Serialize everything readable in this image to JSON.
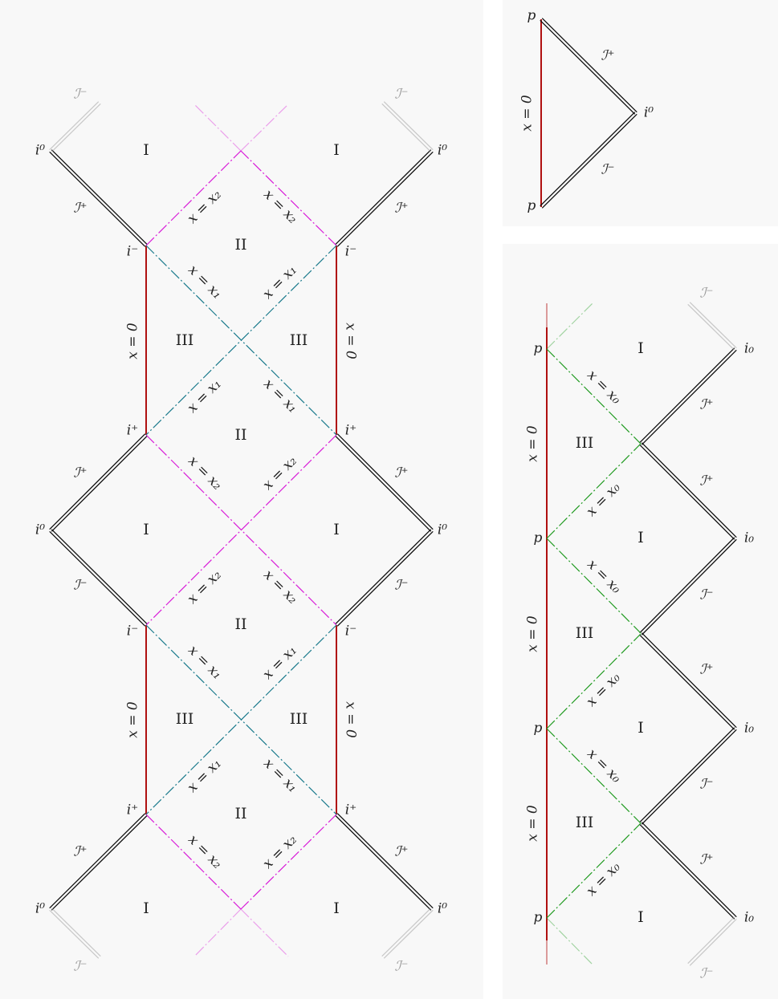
{
  "colors": {
    "boundary": "#111111",
    "axis": "#b01010",
    "x1": "#1a7a8c",
    "x2": "#d81ad8",
    "x0": "#1f9a1f",
    "faded": "#aaaaaa"
  },
  "labels": {
    "scri_minus": "ℐ⁻",
    "scri_plus": "ℐ⁺",
    "i0_sup": "i⁰",
    "i0_sub": "i₀",
    "i_minus": "i⁻",
    "i_plus": "i⁺",
    "p": "p",
    "region_I": "I",
    "region_II": "II",
    "region_III": "III",
    "axis": "x = 0",
    "x1": "x = x₁",
    "x2": "x = x₂",
    "x0": "x = x₀"
  }
}
